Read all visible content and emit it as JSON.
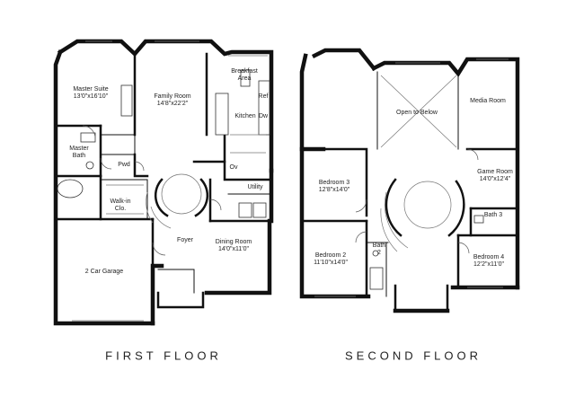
{
  "floors": {
    "first": {
      "title": "FIRST FLOOR",
      "rooms": {
        "master_suite": {
          "name": "Master Suite",
          "dims": "13'0\"x16'10\""
        },
        "family_room": {
          "name": "Family Room",
          "dims": "14'8\"x22'2\""
        },
        "breakfast_area": {
          "name": "Breakfast",
          "name2": "Area"
        },
        "ref": {
          "name": "Ref"
        },
        "kitchen": {
          "name": "Kitchen"
        },
        "dw": {
          "name": "Dw"
        },
        "master_bath": {
          "name": "Master",
          "name2": "Bath"
        },
        "pwd": {
          "name": "Pwd"
        },
        "ov": {
          "name": "Ov"
        },
        "utility": {
          "name": "Utility"
        },
        "walk_in_closet": {
          "name": "Walk-in",
          "name2": "Clo."
        },
        "foyer": {
          "name": "Foyer"
        },
        "dining_room": {
          "name": "Dining Room",
          "dims": "14'0\"x11'0\""
        },
        "garage": {
          "name": "2 Car Garage"
        }
      }
    },
    "second": {
      "title": "SECOND FLOOR",
      "rooms": {
        "open_to_below": {
          "name": "Open to Below"
        },
        "media_room": {
          "name": "Media Room"
        },
        "bedroom3": {
          "name": "Bedroom 3",
          "dims": "12'8\"x14'0\""
        },
        "game_room": {
          "name": "Game Room",
          "dims": "14'0\"x12'4\""
        },
        "bath3": {
          "name": "Bath 3"
        },
        "bedroom2": {
          "name": "Bedroom 2",
          "dims": "11'10\"x14'0\""
        },
        "bath2": {
          "name": "Bath",
          "name2": "2"
        },
        "bedroom4": {
          "name": "Bedroom 4",
          "dims": "12'2\"x11'0\""
        }
      }
    }
  }
}
